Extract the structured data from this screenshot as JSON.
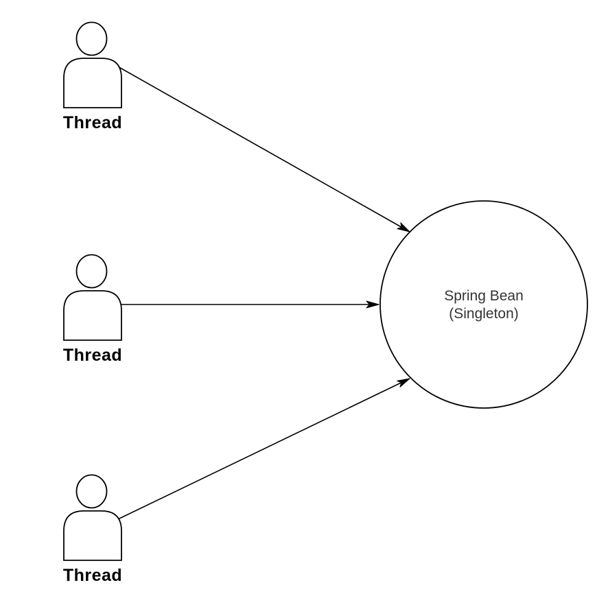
{
  "diagram": {
    "background_color": "#ffffff",
    "stroke_color": "#000000",
    "actor_label_color": "#000000",
    "node_text_color": "#333333",
    "actors": [
      {
        "label": "Thread",
        "position": "top-left"
      },
      {
        "label": "Thread",
        "position": "middle-left"
      },
      {
        "label": "Thread",
        "position": "bottom-left"
      }
    ],
    "node": {
      "shape": "circle",
      "label_line1": "Spring Bean",
      "label_line2": "(Singleton)"
    },
    "edges": [
      {
        "from": "Thread (top)",
        "to": "Spring Bean (Singleton)",
        "style": "solid-arrow"
      },
      {
        "from": "Thread (middle)",
        "to": "Spring Bean (Singleton)",
        "style": "solid-arrow"
      },
      {
        "from": "Thread (bottom)",
        "to": "Spring Bean (Singleton)",
        "style": "solid-arrow"
      }
    ]
  }
}
